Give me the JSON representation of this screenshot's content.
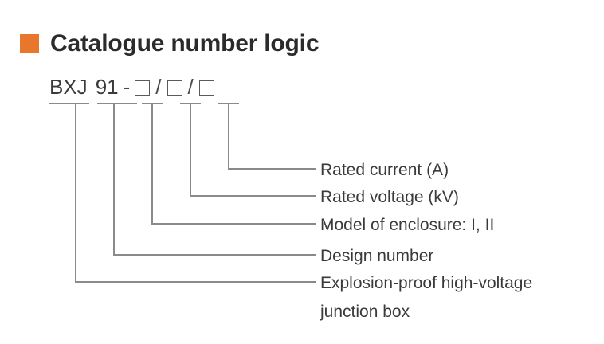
{
  "header": {
    "bullet_color": "#e8762c",
    "title": "Catalogue number logic"
  },
  "code": {
    "prefix": "BXJ",
    "design_number": "91",
    "dash": "-",
    "separator_1": "/",
    "separator_2": "/",
    "box_1": "",
    "box_2": "",
    "box_3": "",
    "full_text": "BXJ 91 - □ / □ / □"
  },
  "legend": {
    "items": [
      {
        "id": "rated-current",
        "label": "Rated current (A)",
        "source_segment": "box_3"
      },
      {
        "id": "rated-voltage",
        "label": "Rated voltage (kV)",
        "source_segment": "box_2"
      },
      {
        "id": "model-of-enclosure",
        "label": "Model of enclosure: I, II",
        "source_segment": "box_1"
      },
      {
        "id": "design-number",
        "label": "Design number",
        "source_segment": "design_number"
      },
      {
        "id": "product-name",
        "label": "Explosion-proof high-voltage",
        "label_line_2": "junction box",
        "source_segment": "prefix"
      }
    ]
  },
  "colors": {
    "background": "#ffffff",
    "accent_orange": "#e8762c",
    "title_text": "#2b2b2b",
    "body_text": "#3a3a3a",
    "leader_line": "#808080"
  }
}
